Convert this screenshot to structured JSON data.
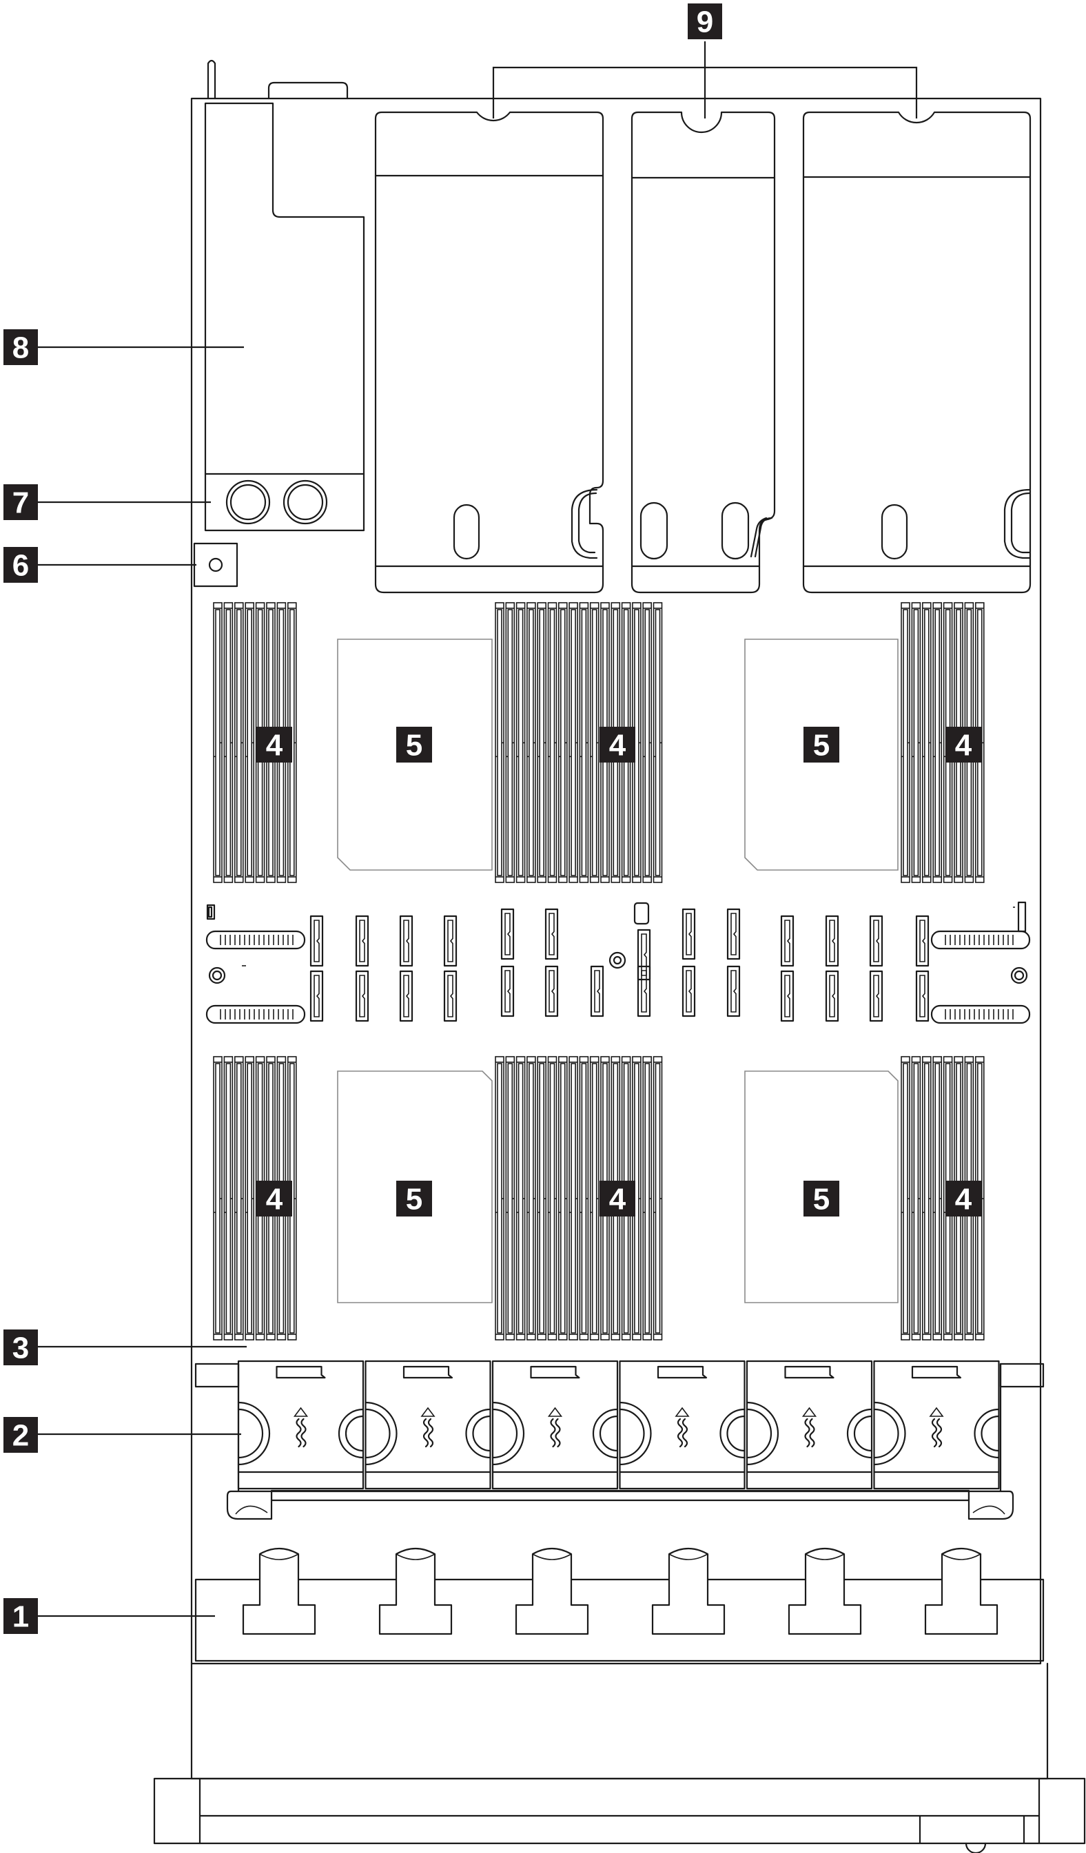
{
  "figure": {
    "kind": "server top view component location diagram",
    "colors": {
      "line": "#1a1a1a",
      "callout_fill": "#231f20",
      "callout_text": "#ffffff",
      "background": "#ffffff"
    }
  },
  "callouts": {
    "c1": "1",
    "c2": "2",
    "c3": "3",
    "c4": "4",
    "c5": "5",
    "c6": "6",
    "c7": "7",
    "c8": "8",
    "c9": "9"
  }
}
